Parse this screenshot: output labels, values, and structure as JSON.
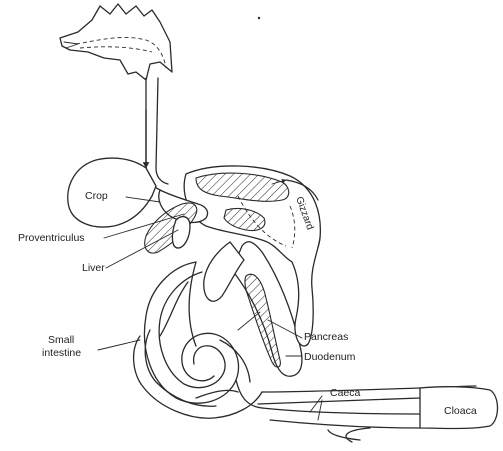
{
  "labels": {
    "crop": "Crop",
    "gizzard": "Gizzard",
    "proventriculus": "Proventriculus",
    "liver": "Liver",
    "pancreas": "Pancreas",
    "duodenum": "Duodenum",
    "small_intestine_line1": "Small",
    "small_intestine_line2": "intestine",
    "caeca": "Caeca",
    "cloaca": "Cloaca"
  },
  "colors": {
    "stroke": "#2a2a2a",
    "background": "#ffffff",
    "text": "#222222"
  }
}
